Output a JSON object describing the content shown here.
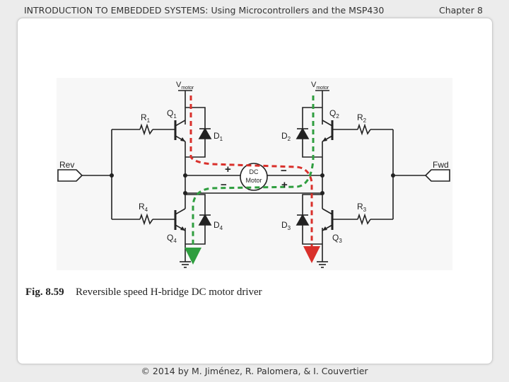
{
  "header": {
    "title": "INTRODUCTION TO EMBEDDED SYSTEMS: Using Microcontrollers and the MSP430",
    "chapter": "Chapter 8"
  },
  "diagram": {
    "vmotor_left": {
      "main": "V",
      "sub": "motor"
    },
    "vmotor_right": {
      "main": "V",
      "sub": "motor"
    },
    "input_left": "Rev",
    "input_right": "Fwd",
    "q1": {
      "main": "Q",
      "sub": "1"
    },
    "q2": {
      "main": "Q",
      "sub": "2"
    },
    "q3": {
      "main": "Q",
      "sub": "3"
    },
    "q4": {
      "main": "Q",
      "sub": "4"
    },
    "r1": {
      "main": "R",
      "sub": "1"
    },
    "r2": {
      "main": "R",
      "sub": "2"
    },
    "r3": {
      "main": "R",
      "sub": "3"
    },
    "r4": {
      "main": "R",
      "sub": "4"
    },
    "d1": {
      "main": "D",
      "sub": "1"
    },
    "d2": {
      "main": "D",
      "sub": "2"
    },
    "d3": {
      "main": "D",
      "sub": "3"
    },
    "d4": {
      "main": "D",
      "sub": "4"
    },
    "motor_line1": "DC",
    "motor_line2": "Motor",
    "plus_left": "+",
    "minus_right": "−",
    "minus_left": "−",
    "plus_right": "+",
    "colors": {
      "forward_path": "#d9302b",
      "reverse_path": "#2f9e3f"
    }
  },
  "caption": {
    "number": "Fig. 8.59",
    "text": "Reversible speed H-bridge DC motor driver"
  },
  "footer": "© 2014 by M. Jiménez, R. Palomera, & I. Couvertier"
}
